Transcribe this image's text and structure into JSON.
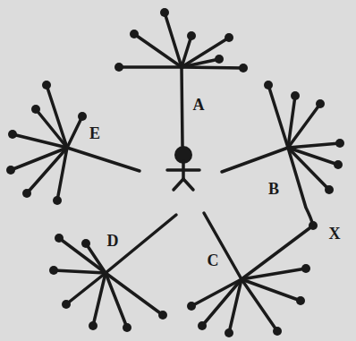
{
  "diagram": {
    "labels": [
      "A",
      "B",
      "C",
      "D",
      "E",
      "X"
    ]
  }
}
